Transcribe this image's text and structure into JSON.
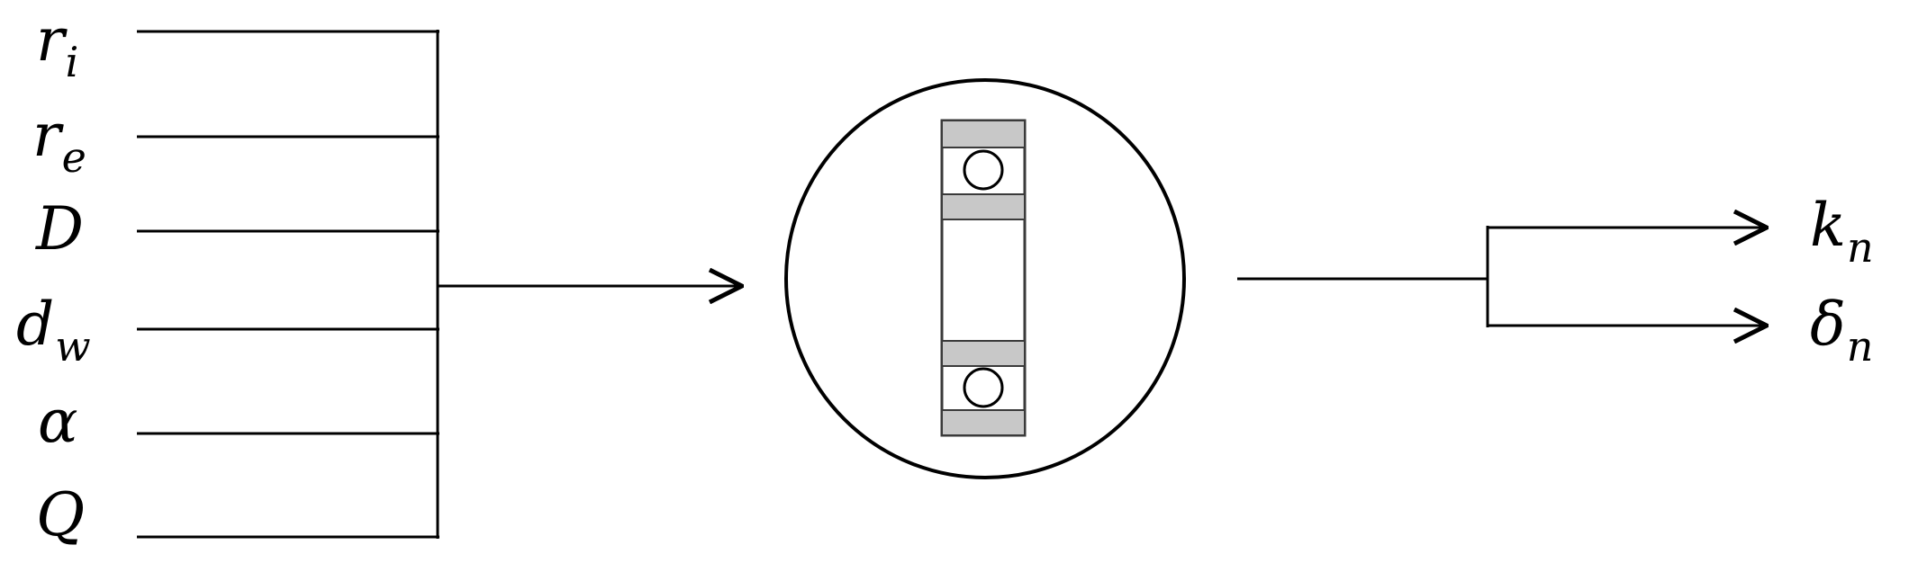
{
  "inputs": [
    {
      "symbol": "r",
      "subscript": "i"
    },
    {
      "symbol": "r",
      "subscript": "e"
    },
    {
      "symbol": "D",
      "subscript": ""
    },
    {
      "symbol": "d",
      "subscript": "w"
    },
    {
      "symbol": "α",
      "subscript": ""
    },
    {
      "symbol": "Q",
      "subscript": ""
    }
  ],
  "outputs": [
    {
      "symbol": "k",
      "subscript": "n"
    },
    {
      "symbol": "δ",
      "subscript": "n"
    }
  ],
  "colors": {
    "line": "#000000",
    "bearing_race": "#c8c8c8",
    "bearing_outline": "#3a3a3a"
  },
  "icons": {
    "model": "ball-bearing-icon"
  }
}
